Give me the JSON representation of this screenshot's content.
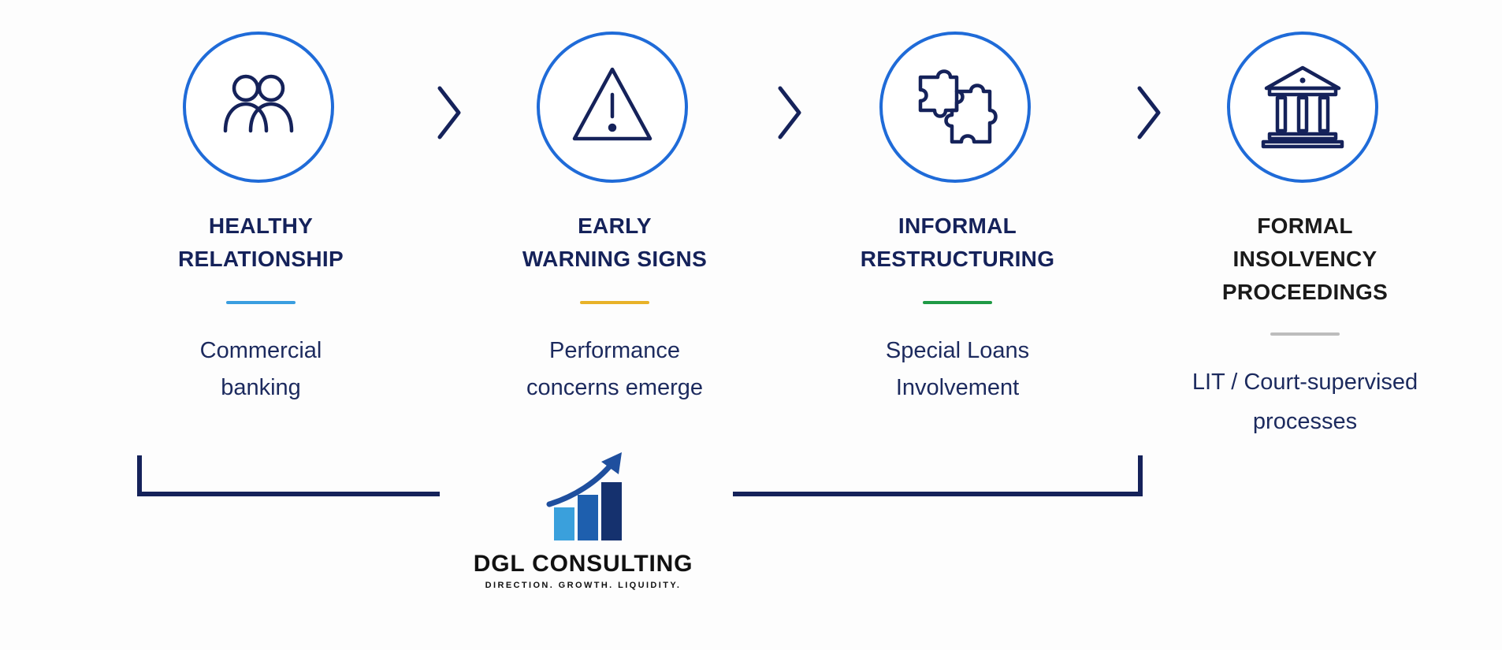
{
  "stages": [
    {
      "title_line1": "HEALTHY",
      "title_line2": "RELATIONSHIP",
      "title_line3": "",
      "desc_line1": "Commercial",
      "desc_line2": "banking",
      "icon": "people-icon",
      "accent": "#3a9ee0"
    },
    {
      "title_line1": "EARLY",
      "title_line2": "WARNING SIGNS",
      "title_line3": "",
      "desc_line1": "Performance",
      "desc_line2": "concerns emerge",
      "icon": "warning-icon",
      "accent": "#e8b228"
    },
    {
      "title_line1": "INFORMAL",
      "title_line2": "RESTRUCTURING",
      "title_line3": "",
      "desc_line1": "Special Loans",
      "desc_line2": "Involvement",
      "icon": "puzzle-icon",
      "accent": "#1f9a45"
    },
    {
      "title_line1": "FORMAL",
      "title_line2": "INSOLVENCY",
      "title_line3": "PROCEEDINGS",
      "desc_line1": "LIT / Court-supervised",
      "desc_line2": "processes",
      "icon": "courthouse-icon",
      "accent": "#bdbdbd"
    }
  ],
  "colors": {
    "circle_border": "#1f6bd8",
    "navy": "#15225a",
    "title_formal": "#1a1a1a"
  },
  "logo": {
    "name": "DGL CONSULTING",
    "tagline": "DIRECTION. GROWTH. LIQUIDITY.",
    "icon": "growth-chart-icon"
  }
}
